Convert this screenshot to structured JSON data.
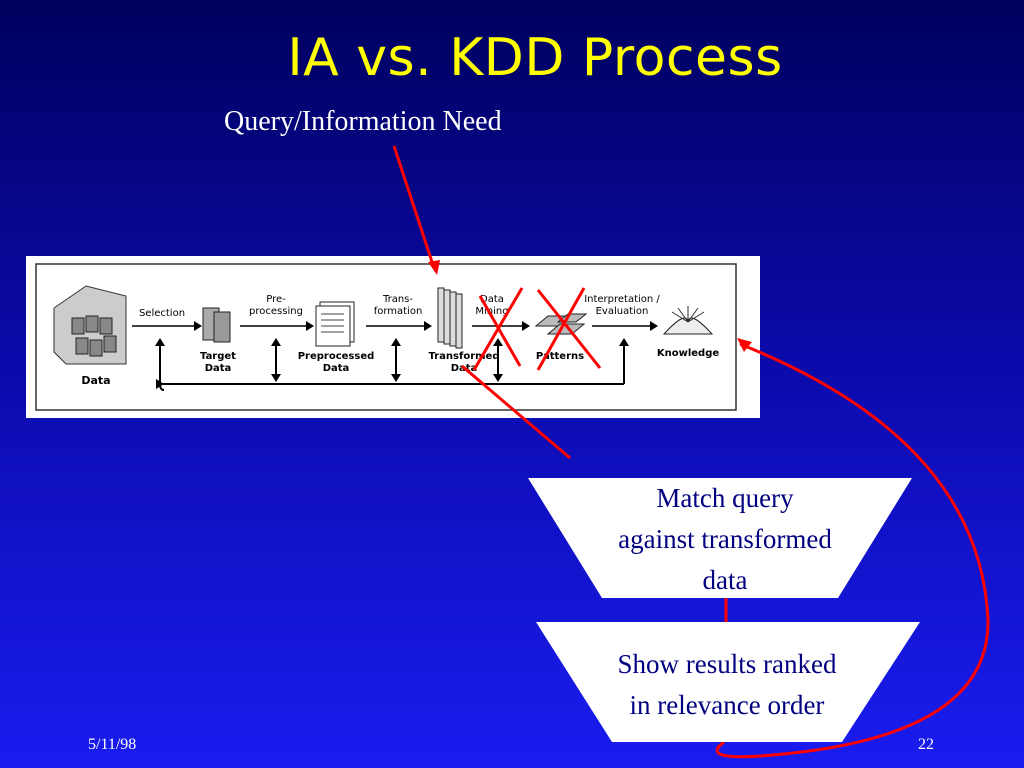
{
  "slide": {
    "title": "IA vs. KDD Process",
    "query_label": "Query/Information Need",
    "date": "5/11/98",
    "page_number": "22"
  },
  "kdd_diagram": {
    "nodes": {
      "data": "Data",
      "target_line1": "Target",
      "target_line2": "Data",
      "preprocessed_line1": "Preprocessed",
      "preprocessed_line2": "Data",
      "transformed_line1": "Transformed",
      "transformed_line2": "Data",
      "patterns": "Patterns",
      "knowledge": "Knowledge"
    },
    "steps": {
      "selection": "Selection",
      "preprocessing_line1": "Pre-",
      "preprocessing_line2": "processing",
      "transformation_line1": "Trans-",
      "transformation_line2": "formation",
      "datamining_line1": "Data",
      "datamining_line2": "Mining",
      "interpretation_line1": "Interpretation /",
      "interpretation_line2": "Evaluation"
    }
  },
  "process_boxes": {
    "match": {
      "line1": "Match query",
      "line2": "against transformed",
      "line3": "data"
    },
    "results": {
      "line1": "Show results ranked",
      "line2": "in relevance order"
    }
  },
  "colors": {
    "background_top": "#00005e",
    "background_bottom": "#1a1cf0",
    "title": "#ffff00",
    "annotation_arrow": "#ff0000",
    "box_text": "#000080"
  }
}
